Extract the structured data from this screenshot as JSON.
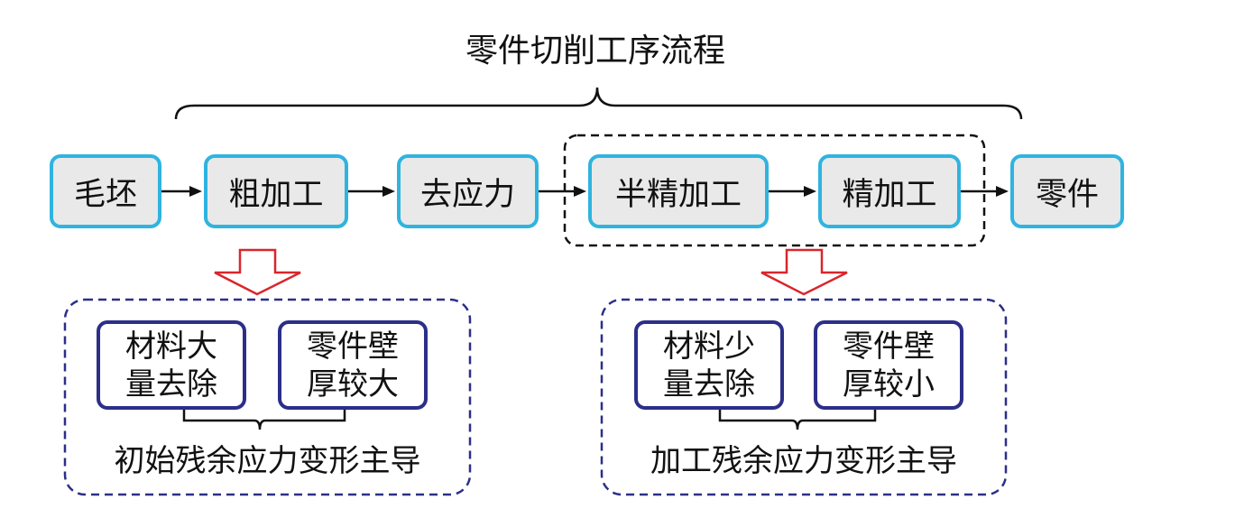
{
  "diagram": {
    "title": "零件切削工序流程",
    "steps": [
      {
        "id": "blank",
        "label": "毛坯"
      },
      {
        "id": "rough",
        "label": "粗加工"
      },
      {
        "id": "stress-relief",
        "label": "去应力"
      },
      {
        "id": "semi-finish",
        "label": "半精加工"
      },
      {
        "id": "finish",
        "label": "精加工"
      },
      {
        "id": "part",
        "label": "零件"
      }
    ],
    "groups": [
      {
        "id": "initial",
        "items": [
          {
            "line1": "材料大",
            "line2": "量去除"
          },
          {
            "line1": "零件壁",
            "line2": "厚较大"
          }
        ],
        "conclusion": "初始残余应力变形主导"
      },
      {
        "id": "machining",
        "items": [
          {
            "line1": "材料少",
            "line2": "量去除"
          },
          {
            "line1": "零件壁",
            "line2": "厚较小"
          }
        ],
        "conclusion": "加工残余应力变形主导"
      }
    ],
    "colors": {
      "step_border": "#2fb4e0",
      "step_fill": "#e9e9e9",
      "sub_border": "#2b2f88",
      "group_dash": "#2b2f88",
      "arrow": "#d9262c",
      "line": "#111111"
    }
  }
}
